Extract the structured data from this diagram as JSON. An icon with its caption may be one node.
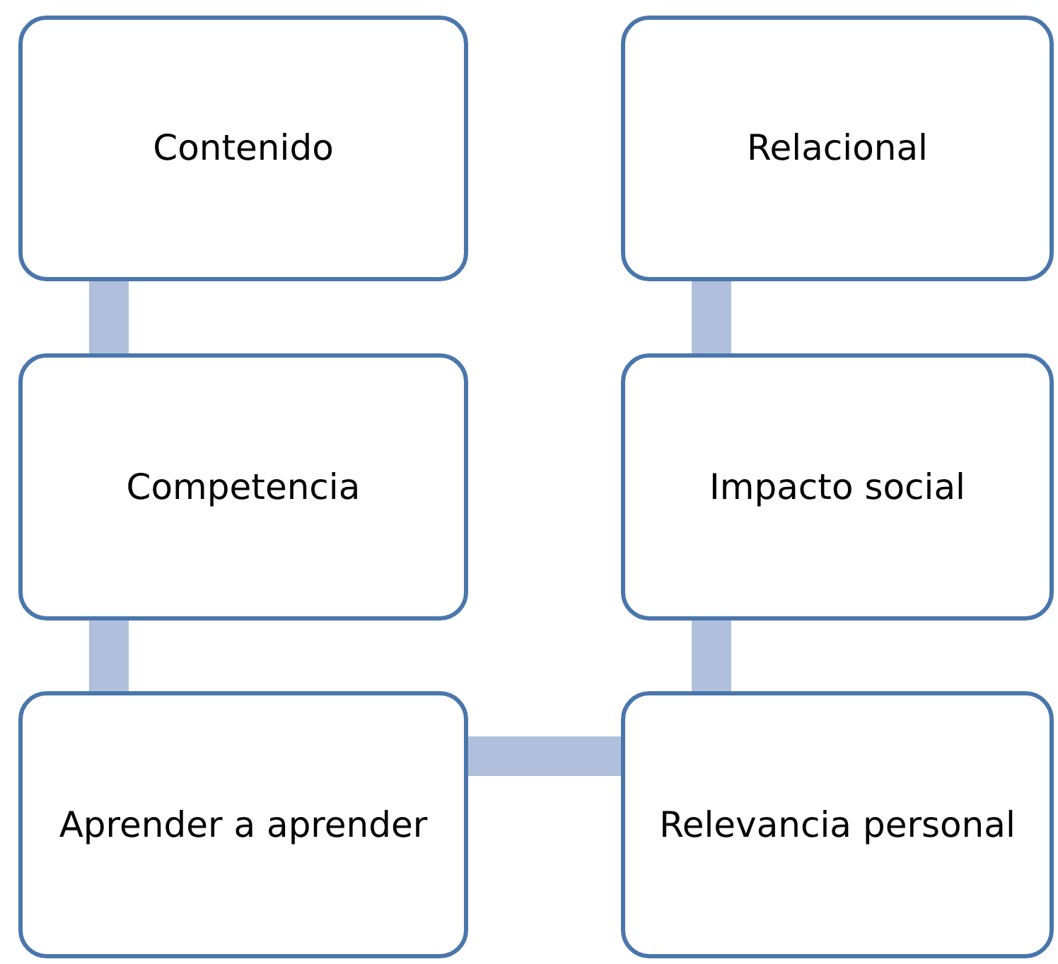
{
  "diagram": {
    "nodes": [
      {
        "text": [
          "Contenido"
        ]
      },
      {
        "text": [
          "Relacional"
        ]
      },
      {
        "text": [
          "Competencia"
        ]
      },
      {
        "text": [
          "Impacto social"
        ]
      },
      {
        "text": [
          "Aprender a aprender"
        ]
      },
      {
        "text": [
          "Relevancia personal"
        ]
      }
    ],
    "edges": [
      {
        "from": 0,
        "to": 2,
        "arrow": "none"
      },
      {
        "from": 2,
        "to": 4,
        "arrow": "none"
      },
      {
        "from": 4,
        "to": 5,
        "arrow": "none"
      },
      {
        "from": 5,
        "to": 3,
        "arrow": "none"
      },
      {
        "from": 3,
        "to": 1,
        "arrow": "none"
      }
    ]
  }
}
